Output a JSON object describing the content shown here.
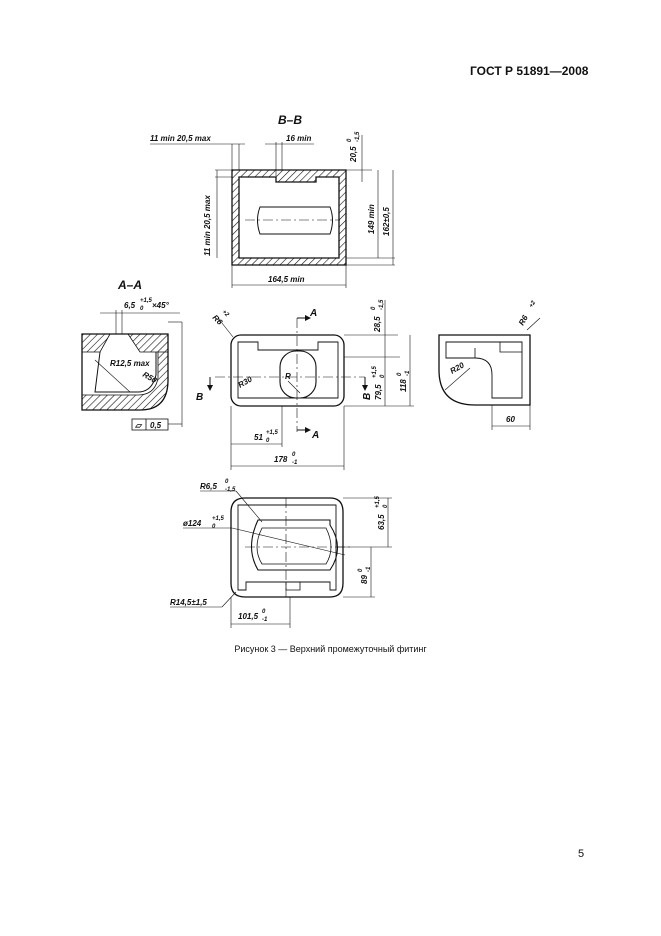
{
  "header": {
    "standard": "ГОСТ Р 51891—2008"
  },
  "caption": "Рисунок 3 — Верхний промежуточный фитинг",
  "page_number": "5",
  "views": {
    "bb": {
      "title": "B–B",
      "d_top": "11 min 20,5 max",
      "d_slot": "16 min",
      "d_wall_top": "20,5",
      "d_wall_top_tol_up": "0",
      "d_wall_top_tol_dn": "-1,5",
      "d_side": "11 min 20,5 max",
      "d_149": "149 min",
      "d_162": "162±0,5",
      "d_bottom": "164,5 min"
    },
    "aa": {
      "title": "A–A",
      "d_chamfer": "6,5",
      "d_chamfer_tol_up": "+1,5",
      "d_chamfer_tol_dn": "0",
      "d_chamfer_angle": "×45°",
      "d_r125": "R12,5 max",
      "d_r50": "R50",
      "d_flat_sym": "▱",
      "d_flat": "0,5"
    },
    "main": {
      "d_r6": "R6",
      "d_r6_tol": "+2",
      "d_28": "28,5",
      "d_28_tol_up": "0",
      "d_28_tol_dn": "-1,5",
      "d_795": "79,5",
      "d_795_tol_up": "+1,5",
      "d_795_tol_dn": "0",
      "d_118": "118",
      "d_118_tol_up": "0",
      "d_118_tol_dn": "-1",
      "d_r30": "R30",
      "d_r": "R",
      "d_51": "51",
      "d_51_tol_up": "+1,5",
      "d_51_tol_dn": "0",
      "d_178": "178",
      "d_178_tol_up": "0",
      "d_178_tol_dn": "-1",
      "label_a_top": "A",
      "label_a_bot": "A",
      "label_b_left": "B",
      "label_b_right": "B"
    },
    "side": {
      "d_r6": "R6",
      "d_r6_tol": "+2",
      "d_r20": "R20",
      "d_60": "60"
    },
    "bottom": {
      "d_r65": "R6,5",
      "d_r65_tol_up": "0",
      "d_r65_tol_dn": "-1,5",
      "d_124": "ø124",
      "d_124_tol_up": "+1,5",
      "d_124_tol_dn": "0",
      "d_635": "63,5",
      "d_635_tol_up": "+1,5",
      "d_635_tol_dn": "0",
      "d_89": "89",
      "d_89_tol_up": "0",
      "d_89_tol_dn": "-1",
      "d_r145": "R14,5±1,5",
      "d_1015": "101,5",
      "d_1015_tol_up": "0",
      "d_1015_tol_dn": "-1"
    }
  }
}
